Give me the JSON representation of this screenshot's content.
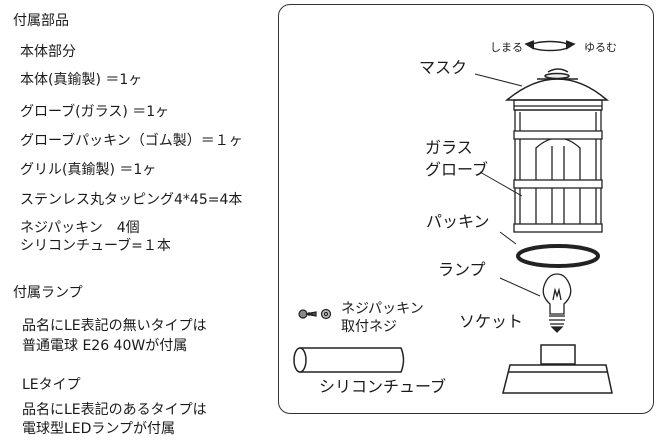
{
  "parts_list": {
    "heading": "付属部品",
    "body_section": "本体部分",
    "items": [
      "本体(真鍮製) ＝1ヶ",
      "グローブ(ガラス) ＝1ヶ",
      "グローブパッキン（ゴム製）＝１ヶ",
      "グリル(真鍮製) ＝1ヶ",
      "ステンレス丸タッピング4*45=4本",
      "ネジパッキン　4個",
      "シリコンチューブ=１本"
    ]
  },
  "lamp_section": {
    "heading": "付属ランプ",
    "note_no_le_line1": "品名にLE表記の無いタイプは",
    "note_no_le_line2": "普通電球 E26 40Wが付属",
    "le_type_heading": "LEタイプ",
    "note_le_line1": "品名にLE表記のあるタイプは",
    "note_le_line2": "電球型LEDランプが付属"
  },
  "diagram": {
    "close_label": "しまる",
    "open_label": "ゆるむ",
    "mask_label": "マスク",
    "glass_label_line1": "ガラス",
    "glass_label_line2": "グローブ",
    "packing_label": "パッキン",
    "lamp_label": "ランプ",
    "socket_label": "ソケット",
    "screw_packing_label": "ネジパッキン",
    "mount_screw_label": "取付ネジ",
    "silicone_tube_label": "シリコンチューブ"
  }
}
